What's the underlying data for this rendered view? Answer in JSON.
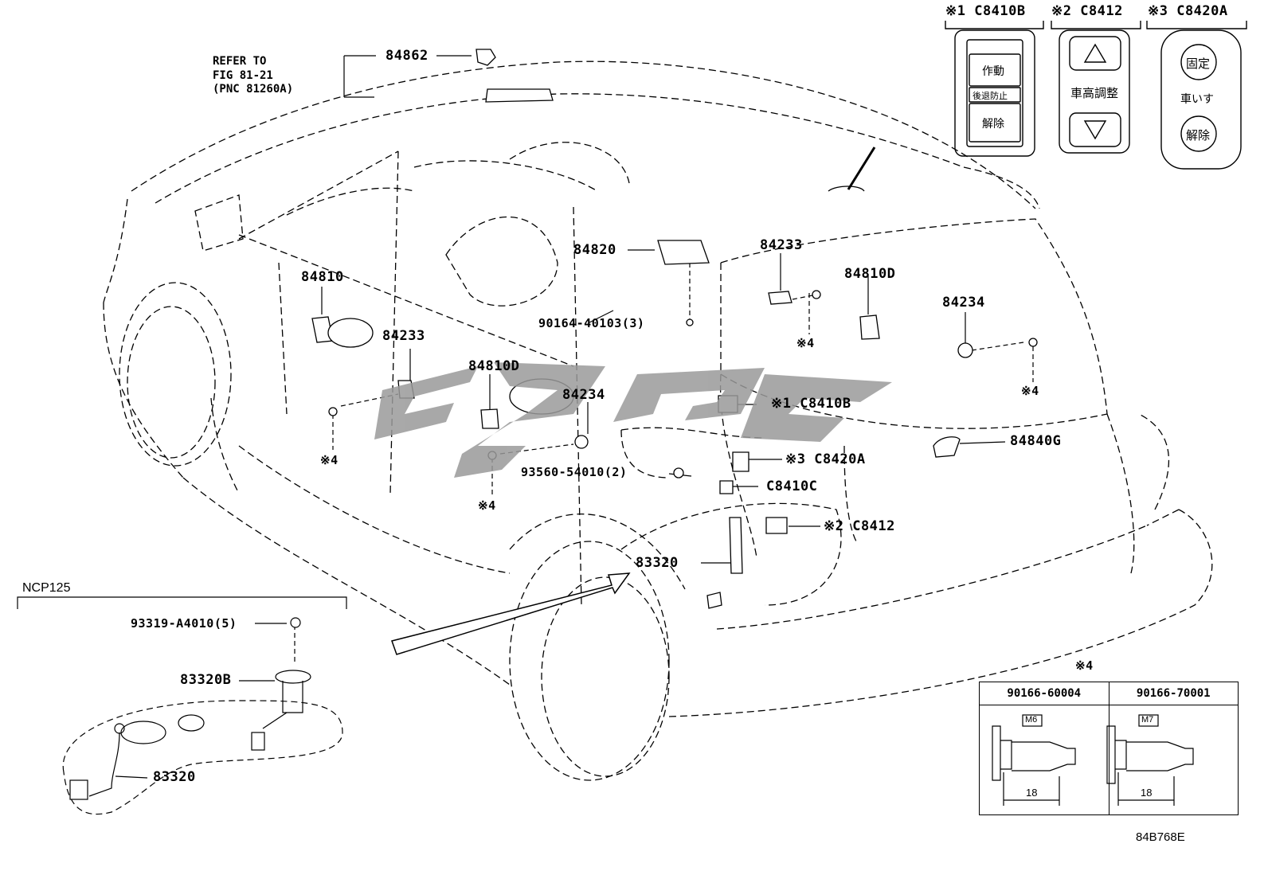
{
  "refer_note": {
    "line1": "REFER TO",
    "line2": "FIG 81-21",
    "line3": "(PNC 81260A)"
  },
  "parts": {
    "p84862": "84862",
    "p84820": "84820",
    "p84810": "84810",
    "p84233_left": "84233",
    "p84233_right": "84233",
    "p84810D_left": "84810D",
    "p84810D_right": "84810D",
    "p84234_left": "84234",
    "p84234_right": "84234",
    "p90164": "90164-40103(3)",
    "p93560": "93560-54010(2)",
    "p83320_main": "83320",
    "p84840G": "84840G",
    "c8410b": "※1 C8410B",
    "c8420a": "※3 C8420A",
    "c8410c": "C8410C",
    "c8412": "※2 C8412",
    "mark4_a": "※4",
    "mark4_b": "※4",
    "mark4_c": "※4",
    "mark4_d": "※4"
  },
  "switch_panels": {
    "sw1": {
      "title": "※1 C8410B",
      "btn_top": "作動",
      "btn_mid": "後退防止",
      "btn_bottom": "解除"
    },
    "sw2": {
      "title": "※2 C8412",
      "caption": "車高調整"
    },
    "sw3": {
      "title": "※3 C8420A",
      "btn_top": "固定",
      "caption": "車いす",
      "btn_bottom": "解除"
    }
  },
  "ncp125": {
    "title": "NCP125",
    "bolt": "93319-A4010(5)",
    "part_b": "83320B",
    "part": "83320"
  },
  "fastener_table": {
    "mark": "※4",
    "columns": [
      {
        "part_no": "90166-60004",
        "thread": "M6",
        "length": "18"
      },
      {
        "part_no": "90166-70001",
        "thread": "M7",
        "length": "18"
      }
    ]
  },
  "figure_code": "84B768E",
  "watermark": "cnygc",
  "icons": [
    "car-outline",
    "wiring-harness-icon",
    "clip-icon",
    "bolt-icon",
    "fuel-pump-icon",
    "switch-panel-icon",
    "arrow-up-icon",
    "arrow-down-icon",
    "fastener-bolt-icon"
  ]
}
